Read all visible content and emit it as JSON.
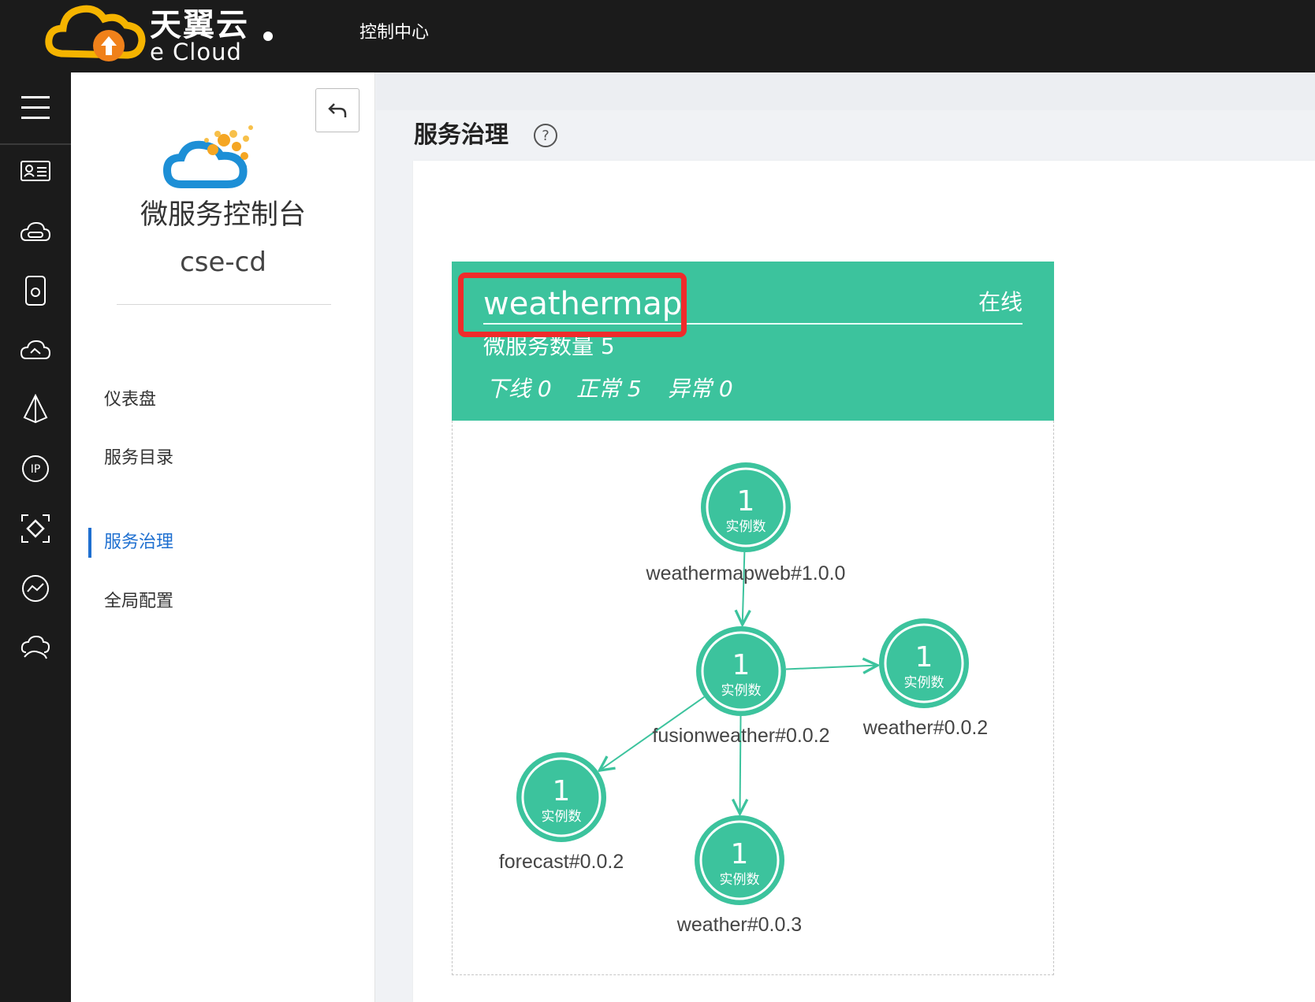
{
  "header": {
    "brand_cn": "天翼云",
    "brand_en": "e Cloud",
    "console_link": "控制中心"
  },
  "rail": {
    "icons": [
      "menu-icon",
      "id-card-icon",
      "cloud-server-icon",
      "storage-icon",
      "cloud-backup-icon",
      "network-icon",
      "ip-icon",
      "scan-icon",
      "monitor-icon",
      "cloud-hand-icon"
    ]
  },
  "sidebar": {
    "title": "微服务控制台",
    "subtitle": "cse-cd",
    "items": [
      {
        "label": "仪表盘"
      },
      {
        "label": "服务目录"
      },
      {
        "label": "服务治理"
      },
      {
        "label": "全局配置"
      }
    ],
    "active_index": 2
  },
  "main": {
    "title": "服务治理",
    "app": {
      "name": "weathermap",
      "status": "在线",
      "count_label": "微服务数量 5",
      "stats": [
        "下线 0",
        "正常 5",
        "异常 0"
      ],
      "nodes": [
        {
          "id": "weathermapweb",
          "count": "1",
          "count_label": "实例数",
          "name": "weathermapweb#1.0.0"
        },
        {
          "id": "fusionweather",
          "count": "1",
          "count_label": "实例数",
          "name": "fusionweather#0.0.2"
        },
        {
          "id": "weather002",
          "count": "1",
          "count_label": "实例数",
          "name": "weather#0.0.2"
        },
        {
          "id": "forecast",
          "count": "1",
          "count_label": "实例数",
          "name": "forecast#0.0.2"
        },
        {
          "id": "weather003",
          "count": "1",
          "count_label": "实例数",
          "name": "weather#0.0.3"
        }
      ],
      "edges": [
        [
          "weathermapweb",
          "fusionweather"
        ],
        [
          "fusionweather",
          "weather002"
        ],
        [
          "fusionweather",
          "forecast"
        ],
        [
          "fusionweather",
          "weather003"
        ]
      ]
    }
  },
  "colors": {
    "accent": "#3cc39d",
    "topbar": "#1b1b1b",
    "nav_active": "#1e6fd0",
    "highlight": "#ef2b2b"
  }
}
